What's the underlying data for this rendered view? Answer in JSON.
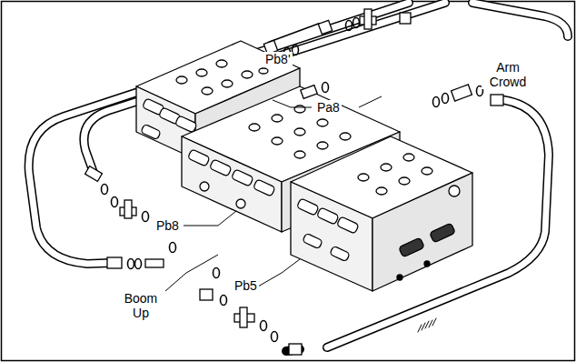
{
  "diagram": {
    "labels": [
      "Pb8'",
      "Pa8",
      "Arm Crowd",
      "Pb8",
      "Boom Up",
      "Pb5"
    ]
  }
}
